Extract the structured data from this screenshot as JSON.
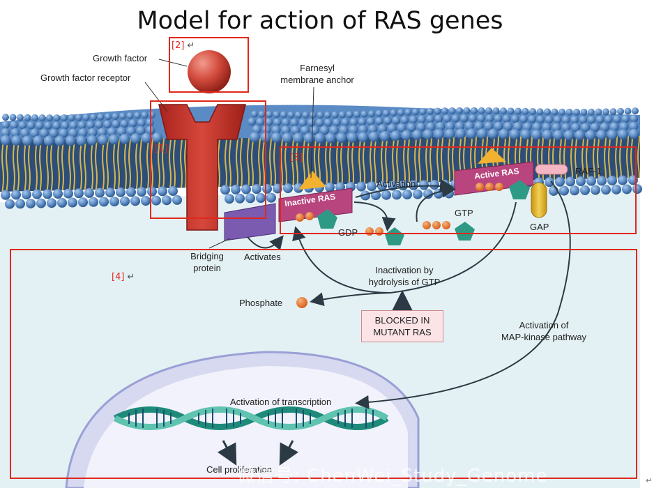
{
  "title": "Model for action of RAS genes",
  "labels": {
    "growth_factor": "Growth factor",
    "growth_factor_receptor": "Growth factor receptor",
    "farnesyl_line1": "Farnesyl",
    "farnesyl_line2": "membrane anchor",
    "inactive_ras": "Inactive RAS",
    "active_ras": "Active RAS",
    "raf1": "RAF-1",
    "activation": "Activation",
    "gdp": "GDP",
    "gtp": "GTP",
    "gap": "GAP",
    "bridging_line1": "Bridging",
    "bridging_line2": "protein",
    "activates": "Activates",
    "inactivation_line1": "Inactivation by",
    "inactivation_line2": "hydrolysis of GTP",
    "phosphate": "Phosphate",
    "blocked_line1": "BLOCKED IN",
    "blocked_line2": "MUTANT RAS",
    "map_line1": "Activation of",
    "map_line2": "MAP-kinase pathway",
    "transcription": "Activation of transcription",
    "cell_proliferation": "Cell proliferation"
  },
  "annotations": {
    "marker_1": "[1]",
    "marker_2": "[2]",
    "marker_3": "[3]",
    "marker_4": "[4]",
    "return_glyph": "↵"
  },
  "watermark": "微信号: ChenWei_Study_Genome",
  "colors": {
    "membrane_head": "#5b8bc4",
    "membrane_tail": "#e8c24a",
    "cytoplasm": "#e4f1f4",
    "receptor": "#c8352f",
    "ras": "#b9457e",
    "gap": "#e3b526",
    "annotation_red": "#e0281c"
  }
}
